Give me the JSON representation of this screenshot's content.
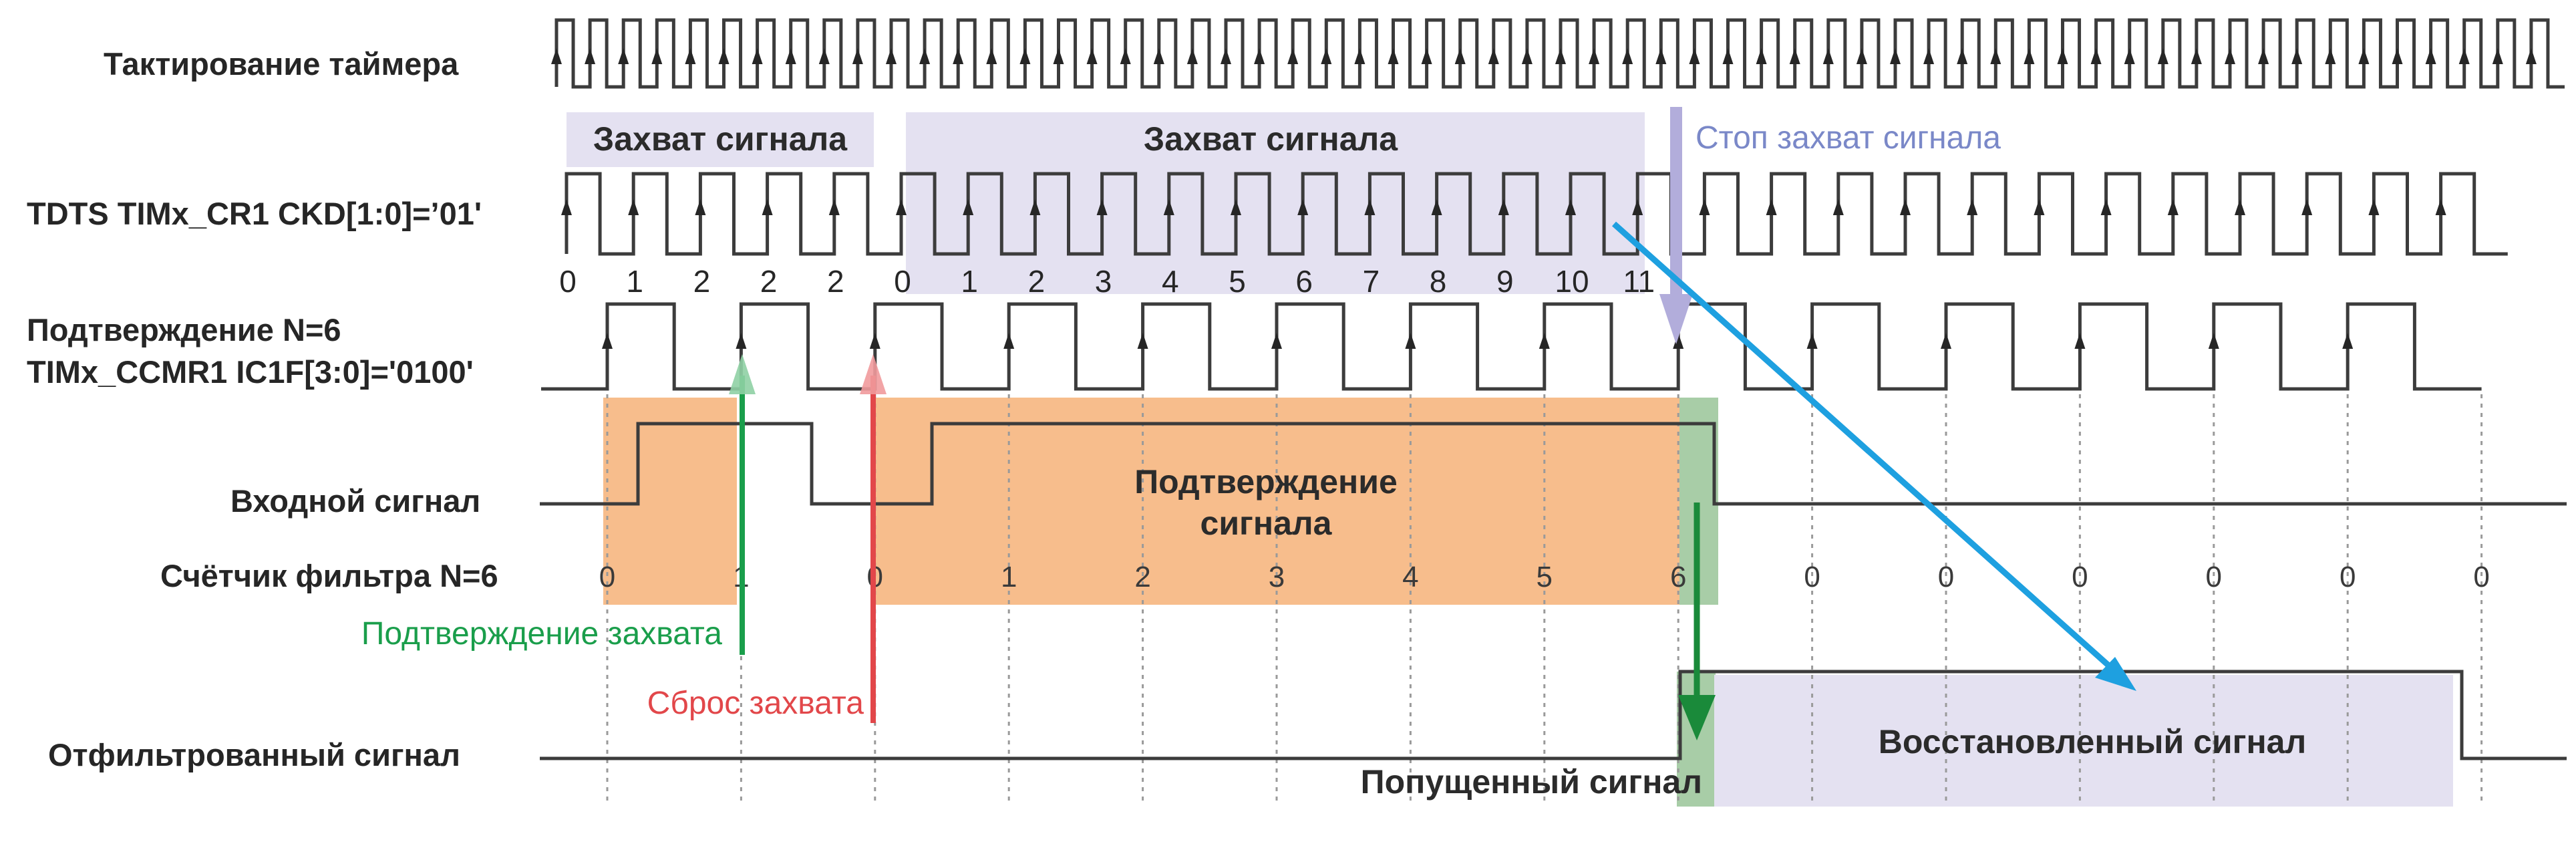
{
  "row_labels": {
    "timer_clock": "Тактирование таймера",
    "tdts": "TDTS TIMx_CR1 CKD[1:0]=’01'",
    "confirm_line1": "Подтверждение N=6",
    "confirm_line2": "TIMx_CCMR1 IC1F[3:0]='0100'",
    "input_signal": "Входной сигнал",
    "filter_counter": "Счётчик фильтра N=6",
    "filtered_signal": "Отфильтрованный сигнал"
  },
  "regions": {
    "capture_1": "Захват сигнала",
    "capture_2": "Захват сигнала",
    "stop_capture": "Стоп захват сигнала",
    "signal_confirm_line1": "Подтверждение",
    "signal_confirm_line2": "сигнала",
    "restored_signal": "Восстановленный сигнал",
    "passed_signal": "Попущенный сигнал"
  },
  "annotations": {
    "capture_confirm": "Подтверждение захвата",
    "capture_reset": "Сброс захвата"
  },
  "tdts_counts": [
    "0",
    "1",
    "2",
    "2",
    "2",
    "0",
    "1",
    "2",
    "3",
    "4",
    "5",
    "6",
    "7",
    "8",
    "9",
    "10",
    "11"
  ],
  "filter_counts": [
    "0",
    "1",
    "0",
    "1",
    "2",
    "3",
    "4",
    "5",
    "6",
    "0",
    "0",
    "0",
    "0",
    "0",
    "0"
  ],
  "colors": {
    "line": "#3c3c3c",
    "capture_fill": "#e4e1f1",
    "confirm_fill": "#f7bd8c",
    "green_fill": "#a8cda7",
    "green": "#1a9e4b",
    "red": "#e2474a",
    "lavender": "#b2addb",
    "stop_text": "#7a88c8",
    "blue": "#1ea0e0"
  }
}
